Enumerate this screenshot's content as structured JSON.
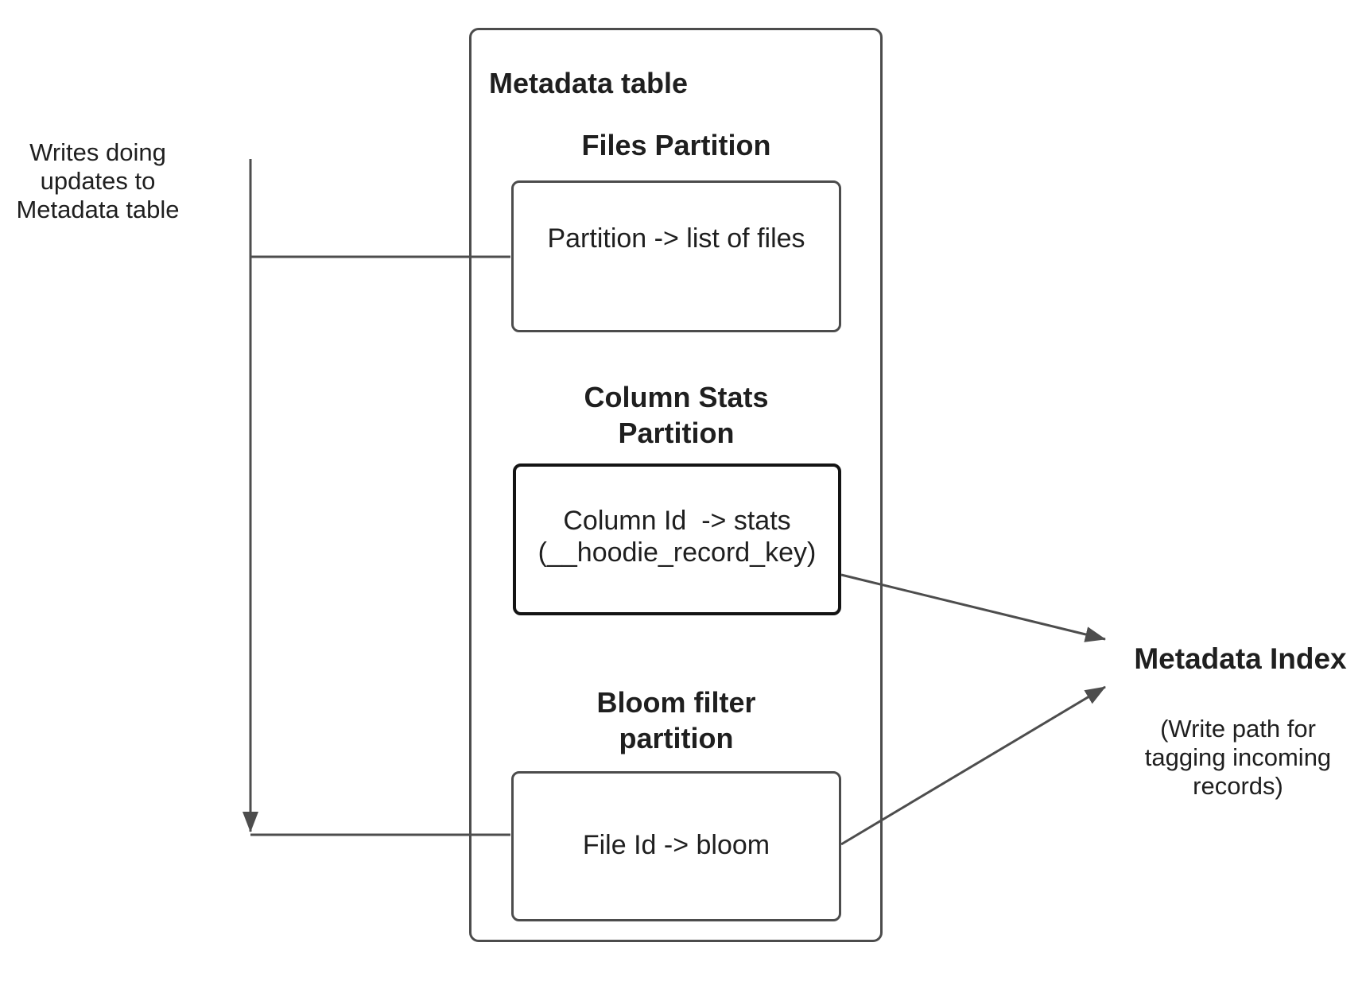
{
  "colors": {
    "border": "#4c4c4c",
    "border_emphasis": "#141414",
    "arrow": "#4d4d4d",
    "text": "#1f1f1f",
    "background": "#ffffff"
  },
  "left_note": {
    "lines": [
      "Writes doing",
      "updates to",
      "Metadata table"
    ]
  },
  "metadata_table": {
    "title": "Metadata table",
    "partitions": [
      {
        "heading_lines": [
          "Files Partition"
        ],
        "body_lines": [
          "Partition -> list of files"
        ]
      },
      {
        "heading_lines": [
          "Column Stats",
          "Partition"
        ],
        "body_lines": [
          "Column Id  -> stats",
          "(__hoodie_record_key)"
        ]
      },
      {
        "heading_lines": [
          "Bloom filter",
          "partition"
        ],
        "body_lines": [
          "File Id -> bloom"
        ]
      }
    ]
  },
  "metadata_index": {
    "title": "Metadata Index",
    "note_lines": [
      "(Write path for",
      "tagging incoming",
      "records)"
    ]
  }
}
